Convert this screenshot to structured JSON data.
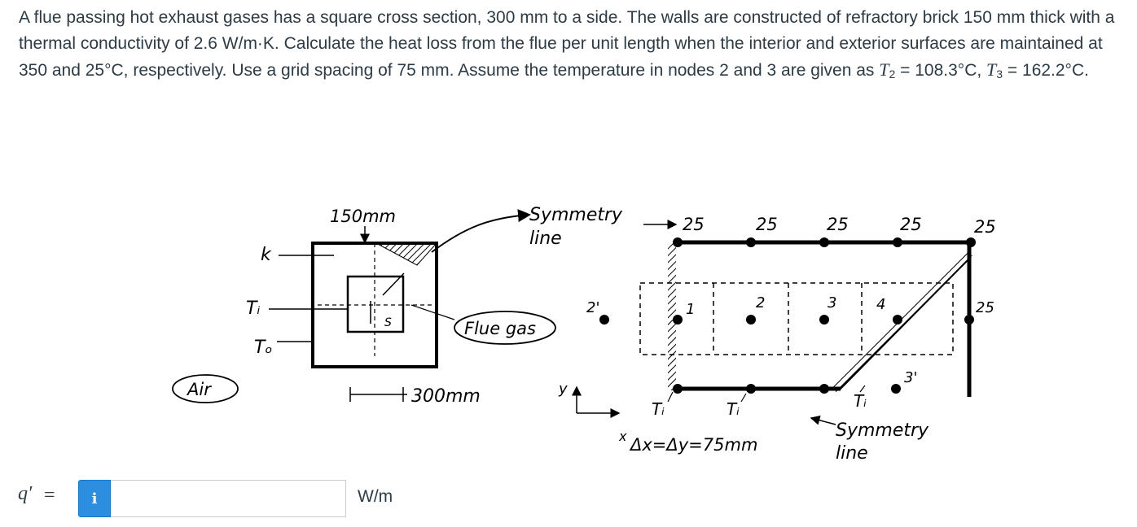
{
  "problem": {
    "text_1": "A flue passing hot exhaust gases has a square cross section, 300 mm to a side. The walls are constructed of refractory brick 150 mm thick with a thermal conductivity of 2.6 W/m·K. Calculate the heat loss from the flue per unit length when the interior and exterior surfaces are maintained at 350 and 25°C, respectively. Use a grid spacing of 75 mm. Assume the temperature in nodes 2 and 3 are given as ",
    "t2_symbol": "T",
    "t2_sub": "2",
    "t2_value": " = 108.3°C, ",
    "t3_symbol": "T",
    "t3_sub": "3",
    "t3_value": " = 162.2°C."
  },
  "figure": {
    "label_150mm": "150mm",
    "label_k": "k",
    "label_ti": "Tᵢ",
    "label_to": "Tₒ",
    "label_air": "Air",
    "label_flue_gas": "Flue gas",
    "label_300mm": "300mm",
    "label_symmetry_top_1": "Symmetry",
    "label_symmetry_top_2": "line",
    "label_symmetry_bottom_1": "Symmetry",
    "label_symmetry_bottom_2": "line",
    "label_y": "y",
    "label_x": "x",
    "label_spacing": "Δx=Δy=75mm",
    "label_ti_1": "Tᵢ",
    "label_ti_2": "Tᵢ",
    "label_ti_3": "Tᵢ",
    "top_temps": [
      "25",
      "25",
      "25",
      "25",
      "25"
    ],
    "right_temp": "25",
    "node_labels": [
      "1",
      "2",
      "3",
      "4",
      "2'",
      "3'"
    ],
    "small_s": "S"
  },
  "answer": {
    "label": "q′",
    "equals": "=",
    "info_glyph": "i",
    "value": "",
    "placeholder": "",
    "unit": "W/m"
  },
  "colors": {
    "text": "#2d3b45",
    "info_button": "#2d8ee0",
    "input_border": "#c7cdd1"
  }
}
